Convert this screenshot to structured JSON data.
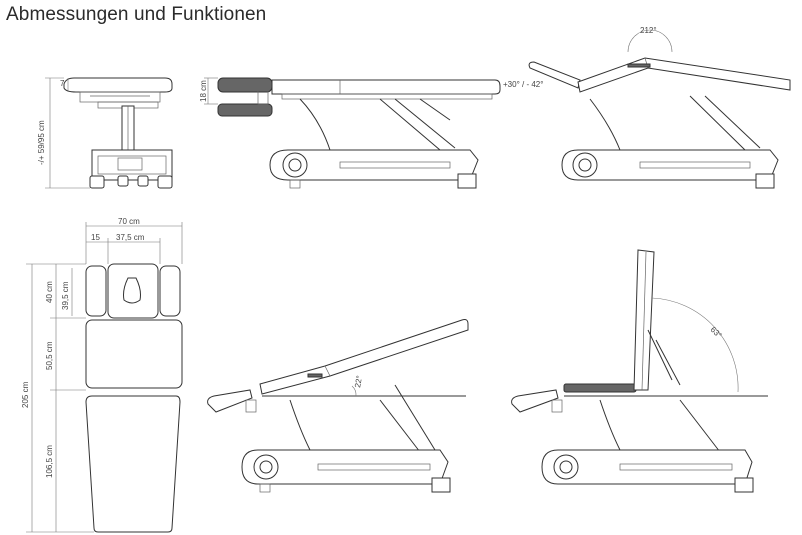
{
  "title": "Abmessungen und Funktionen",
  "dimensions": {
    "front_height": "7",
    "height_range": "-/+ 59/95 cm",
    "side_head_thickness": "18 cm",
    "backrest_angle": "212°",
    "head_angle": "+30° / - 42°",
    "width_total": "70 cm",
    "head_offset": "15",
    "head_width": "37,5 cm",
    "head_length": "40 cm",
    "head_inner_length": "39,5 cm",
    "middle_length": "50,5 cm",
    "foot_length": "106,5 cm",
    "total_length": "205 cm",
    "tilt_angle": "22°",
    "sit_angle": "63°"
  }
}
